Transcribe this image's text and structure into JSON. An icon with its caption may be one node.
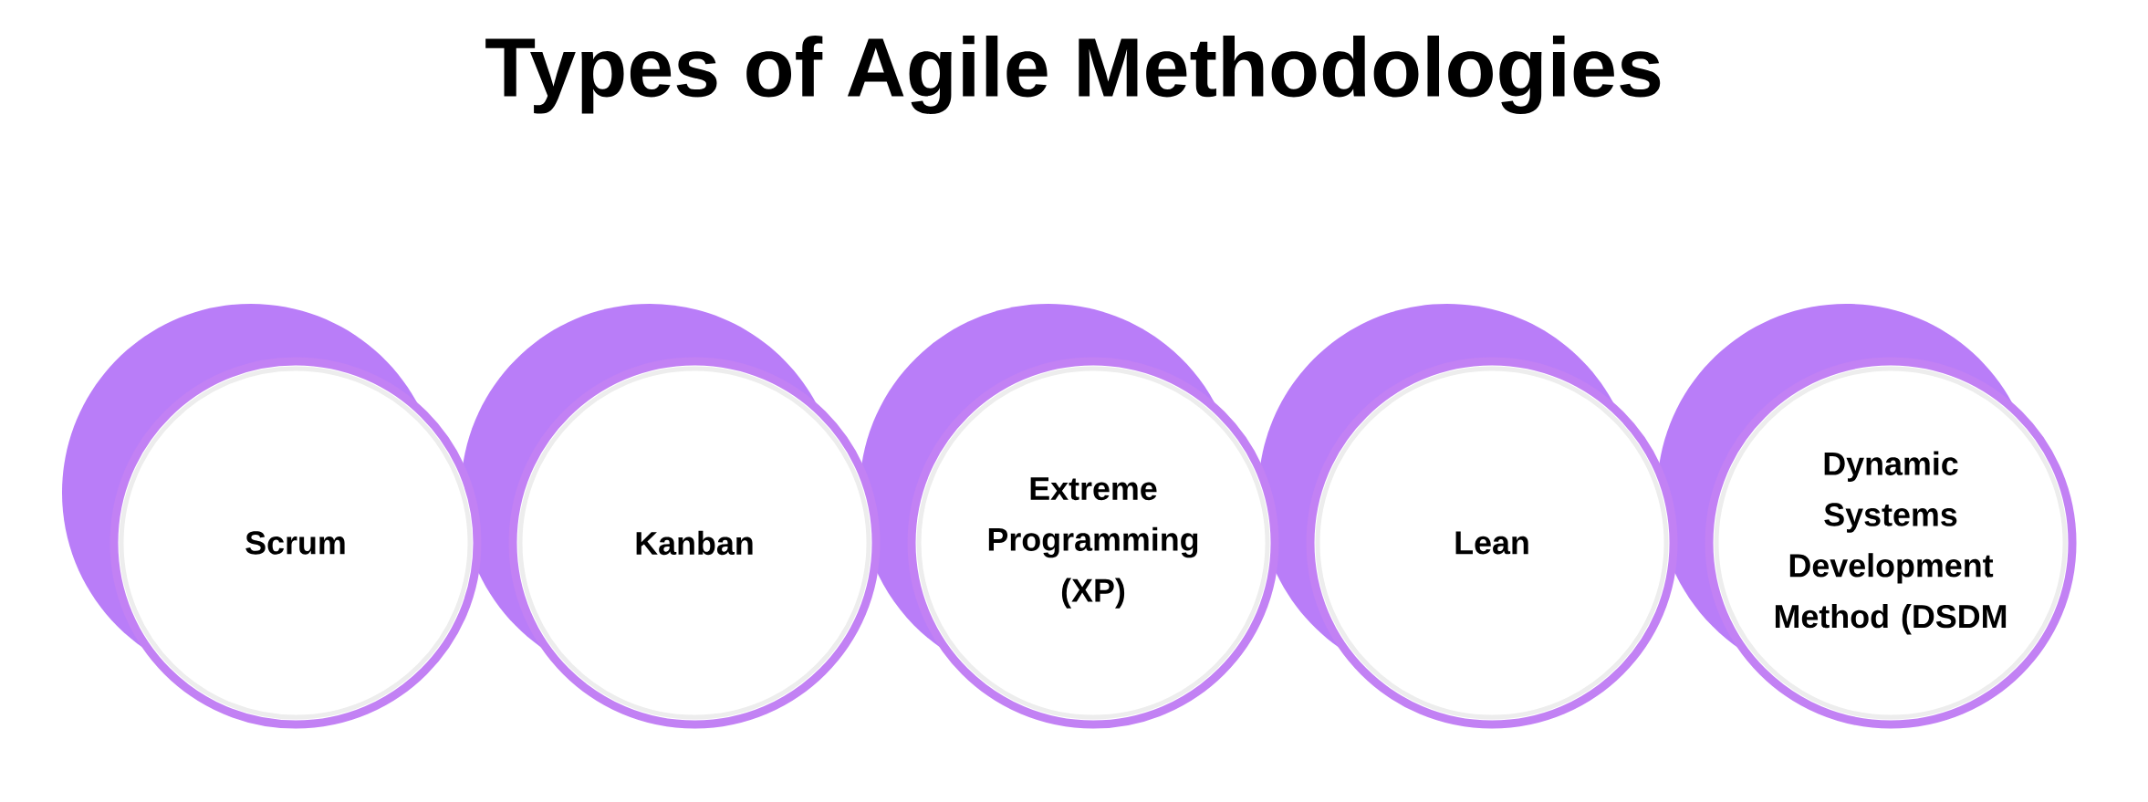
{
  "diagram": {
    "title": "Types of Agile Methodologies",
    "nodes": [
      {
        "text": [
          "Scrum"
        ]
      },
      {
        "text": [
          "Kanban"
        ]
      },
      {
        "text": [
          "Extreme Programming (XP)"
        ]
      },
      {
        "text": [
          "Lean"
        ]
      },
      {
        "text": [
          "Dynamic Systems Development Method (DSDM"
        ]
      }
    ]
  }
}
